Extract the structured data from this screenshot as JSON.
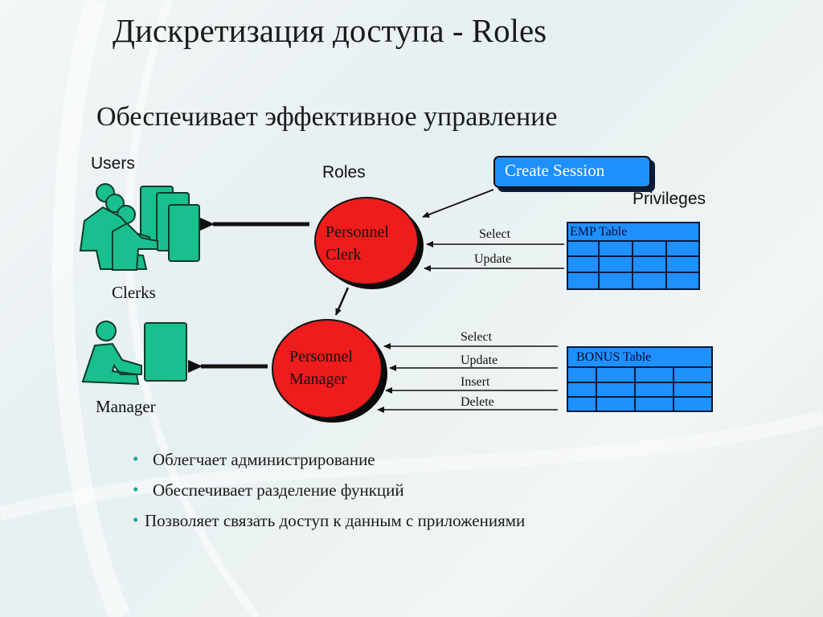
{
  "title": "Дискретизация доступа - Roles",
  "subtitle": "Обеспечивает эффективное управление",
  "diagram": {
    "users_label": "Users",
    "roles_label": "Roles",
    "privileges_label": "Privileges",
    "create_session": "Create Session",
    "clerks_label": "Clerks",
    "manager_label": "Manager",
    "role_clerk": [
      "Personnel",
      "Clerk"
    ],
    "role_manager": [
      "Personnel",
      "Manager"
    ],
    "emp_privileges": [
      "Select",
      "Update"
    ],
    "bonus_privileges": [
      "Select",
      "Update",
      "Insert",
      "Delete"
    ],
    "emp_table": "EMP Table",
    "bonus_table": "BONUS Table",
    "colors": {
      "role_fill": "#ee1c1c",
      "table_fill": "#1e90ff",
      "session_fill": "#1e90ff",
      "user_icon": "#1abf8f"
    }
  },
  "bullets": [
    "Облегчает администрирование",
    "Обеспечивает разделение функций",
    "Позволяет связать доступ к данным с приложениями"
  ]
}
